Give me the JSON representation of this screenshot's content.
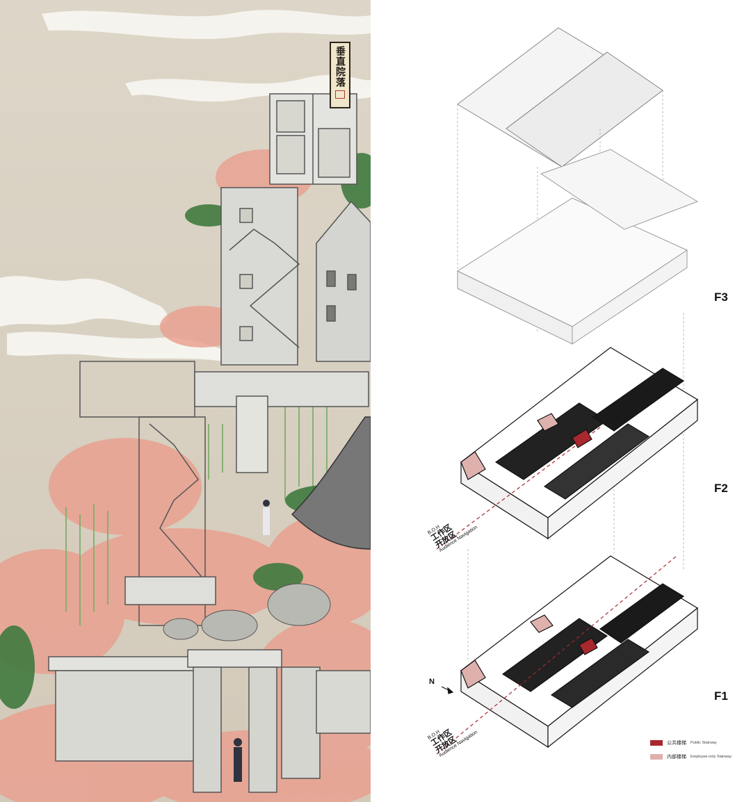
{
  "title_tag": {
    "text": "垂直院落"
  },
  "floors": {
    "f3": "F3",
    "f2": "F2",
    "f1": "F1"
  },
  "zones": {
    "boh_en": "B.O.H",
    "boh_cn": "工作区",
    "open_cn": "开放区",
    "open_en": "Audience Navigation"
  },
  "north": "N",
  "legend": [
    {
      "cn": "公共楼梯",
      "en": "Public Stairway",
      "color": "#a8282e"
    },
    {
      "cn": "内部楼梯",
      "en": "Employee-only Stairway",
      "color": "#dfb1ad"
    }
  ],
  "colors": {
    "silk": "#d8d0c1",
    "blossom": "#e9a191",
    "bamboo": "#7fae6a",
    "pine": "#3f7a3e",
    "stone": "#cfcfcb",
    "stair_public": "#a8282e",
    "stair_staff": "#dfb1ad"
  }
}
